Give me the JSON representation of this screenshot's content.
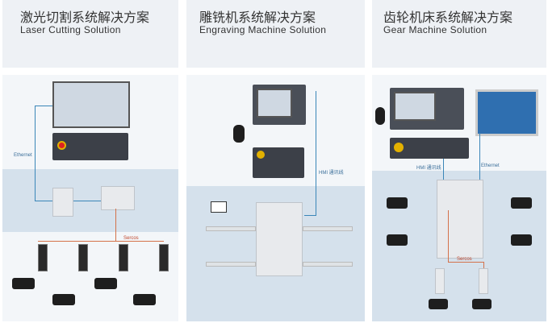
{
  "panels": [
    {
      "title_cn": "激光切割系统解决方案",
      "title_en": "Laser Cutting Solution",
      "labels": {
        "ethernet": "Ethernet",
        "sercos": "Sercos"
      }
    },
    {
      "title_cn": "雕铣机系统解决方案",
      "title_en": "Engraving  Machine Solution",
      "labels": {
        "hmi": "HMI 通讯线"
      }
    },
    {
      "title_cn": "齿轮机床系统解决方案",
      "title_en": "Gear Machine Solution",
      "labels": {
        "hmi": "HMI 通讯线",
        "ethernet": "Ethernet",
        "sercos": "Sercos"
      }
    }
  ],
  "colors": {
    "header_bg": "#eef1f5",
    "band": "#d5e1ec",
    "ethernet": "#3a86b8",
    "sercos": "#d4724a"
  }
}
